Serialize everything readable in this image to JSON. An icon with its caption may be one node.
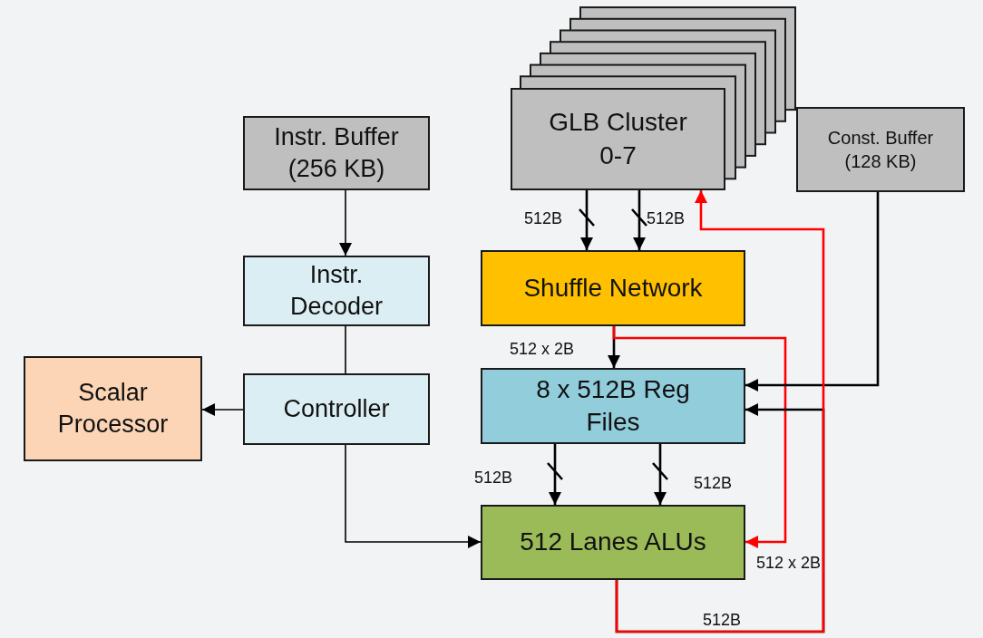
{
  "diagram": {
    "nodes": [
      {
        "text": [
          "Instr. Buffer (256 KB)"
        ]
      },
      {
        "text": [
          "Instr. Decoder"
        ]
      },
      {
        "text": [
          "Controller"
        ]
      },
      {
        "text": [
          "Scalar Processor"
        ]
      },
      {
        "text": [
          "GLB Cluster 0-7"
        ]
      },
      {
        "text": [
          "Const. Buffer (128 KB)"
        ]
      },
      {
        "text": [
          "Shuffle Network"
        ]
      },
      {
        "text": [
          "8 x 512B Reg Files"
        ]
      },
      {
        "text": [
          "512 Lanes ALUs"
        ]
      }
    ],
    "edges": [
      {
        "from": 0,
        "to": 1,
        "arrow": "to"
      },
      {
        "from": 1,
        "to": 2,
        "arrow": "none"
      },
      {
        "from": 2,
        "to": 3,
        "arrow": "to"
      },
      {
        "from": 2,
        "to": 8,
        "arrow": "to"
      },
      {
        "from": 4,
        "to": 6,
        "arrow": "to",
        "label": "512B"
      },
      {
        "from": 4,
        "to": 6,
        "arrow": "to",
        "label": "512B"
      },
      {
        "from": 6,
        "to": 7,
        "arrow": "to",
        "label": "512 x 2B"
      },
      {
        "from": 6,
        "to": 8,
        "arrow": "to",
        "label": "512 x 2B",
        "color": "#ff0000"
      },
      {
        "from": 5,
        "to": 7,
        "arrow": "to"
      },
      {
        "from": 7,
        "to": 8,
        "arrow": "to",
        "label": "512B"
      },
      {
        "from": 7,
        "to": 8,
        "arrow": "to",
        "label": "512B"
      },
      {
        "from": 8,
        "to": 7,
        "arrow": "to"
      },
      {
        "from": 8,
        "to": 4,
        "arrow": "to",
        "label": "512B",
        "color": "#ff0000"
      }
    ]
  }
}
